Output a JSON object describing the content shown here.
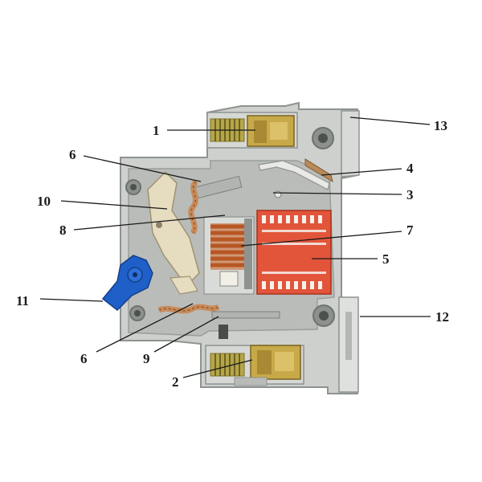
{
  "labels": {
    "l1": "1",
    "l2": "2",
    "l3": "3",
    "l4": "4",
    "l5": "5",
    "l6a": "6",
    "l6b": "6",
    "l7": "7",
    "l8": "8",
    "l9": "9",
    "l10": "10",
    "l11": "11",
    "l12": "12",
    "l13": "13"
  },
  "colors": {
    "housing": "#c9ccc9",
    "housing_dark": "#9ea29f",
    "terminal_brass": "#b79a3c",
    "coil_copper": "#c4622a",
    "arc_chute": "#e2553a",
    "handle": "#1f5fc8",
    "mechanism": "#e4d9bc",
    "braid": "#c98a5a"
  }
}
